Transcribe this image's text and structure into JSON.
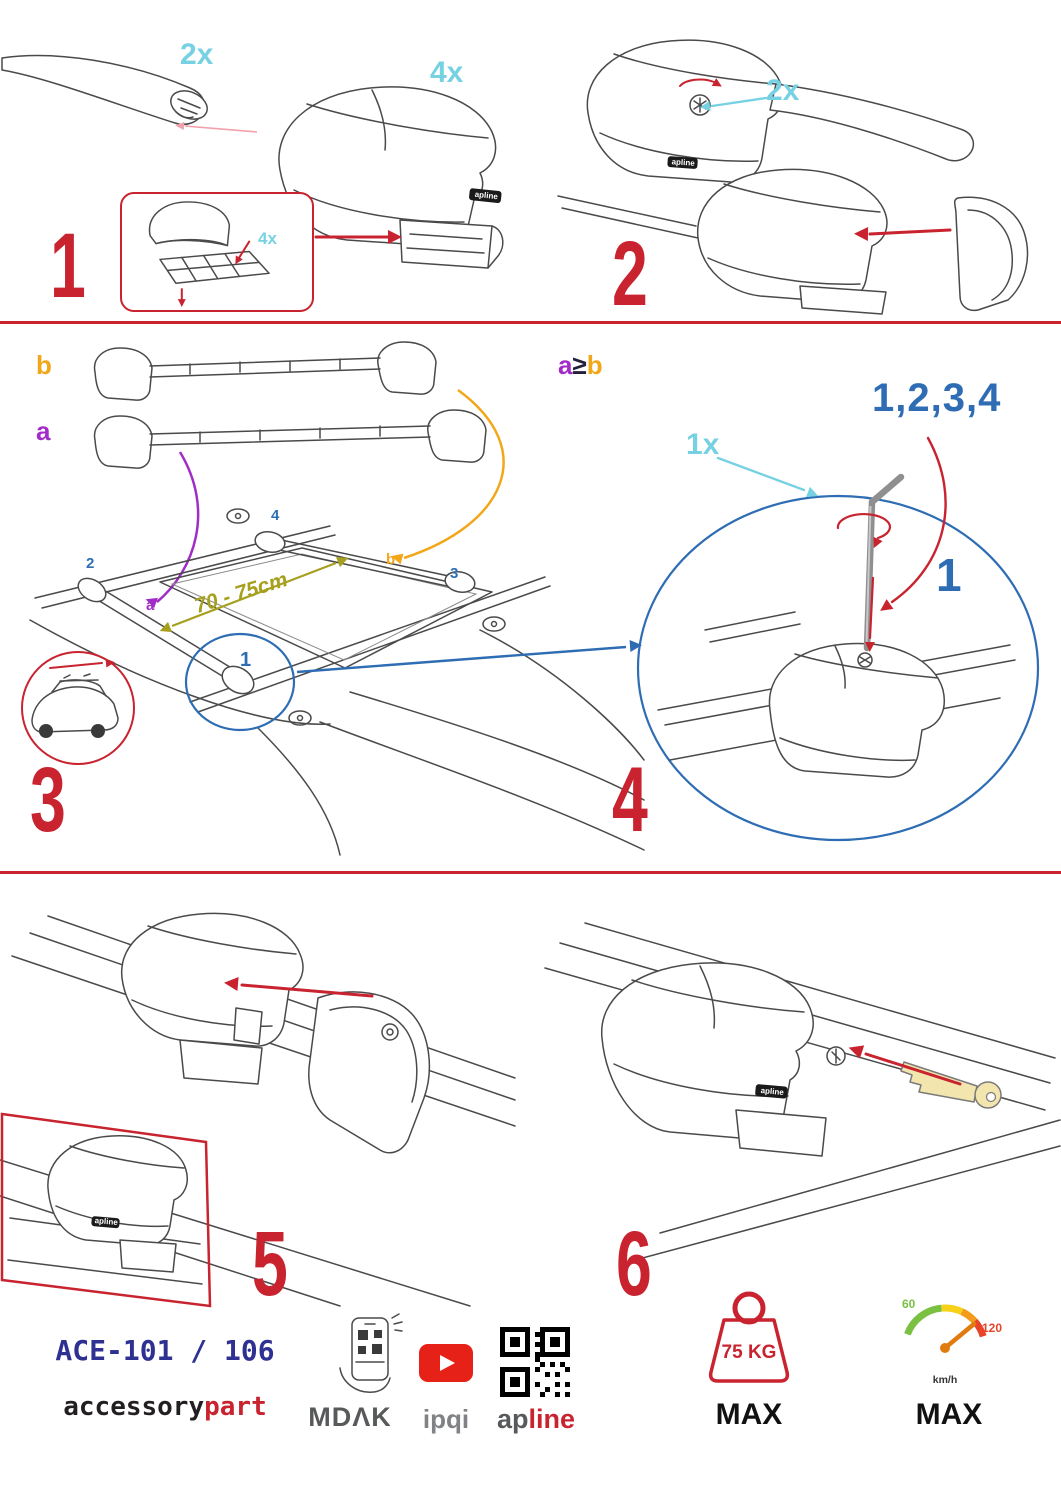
{
  "colors": {
    "accent_red": "#c8232f",
    "qty_cyan": "#76d1e3",
    "step_blue": "#2e6db4",
    "label_purple": "#a22cc8",
    "label_orange": "#f2a71b",
    "distance_olive": "#a6a01e",
    "model_navy": "#2e3192",
    "brand_gray": "#58595b",
    "lineart_gray": "#4a4a4a",
    "youtube_red": "#e62117"
  },
  "steps": {
    "s1": {
      "number": "1",
      "bar_qty": "2x",
      "foot_qty": "4x",
      "pad_qty": "4x"
    },
    "s2": {
      "number": "2",
      "screw_qty": "2x"
    },
    "s3": {
      "number": "3",
      "bar_b": "b",
      "bar_a": "a",
      "roof_b": "b",
      "roof_a": "a",
      "pos1": "1",
      "pos2": "2",
      "pos3": "3",
      "pos4": "4",
      "distance": "70 - 75cm"
    },
    "s4": {
      "number": "4",
      "rule_a": "a",
      "rule_op": "≥",
      "rule_b": "b",
      "tool_qty": "1x",
      "order": "1,2,3,4",
      "first": "1"
    },
    "s5": {
      "number": "5"
    },
    "s6": {
      "number": "6"
    }
  },
  "badge": {
    "label": "apline"
  },
  "footer": {
    "model": "ACE-101 / 106",
    "brand_black": "accessory",
    "brand_red": "part",
    "mdak": "MDΛK",
    "ipqi": "ipqi",
    "apline_gray": "ap",
    "apline_red": "line",
    "weight_value": "75 KG",
    "weight_max": "MAX",
    "speed_low": "60",
    "speed_high": "120",
    "speed_unit": "km/h",
    "speed_max": "MAX"
  }
}
